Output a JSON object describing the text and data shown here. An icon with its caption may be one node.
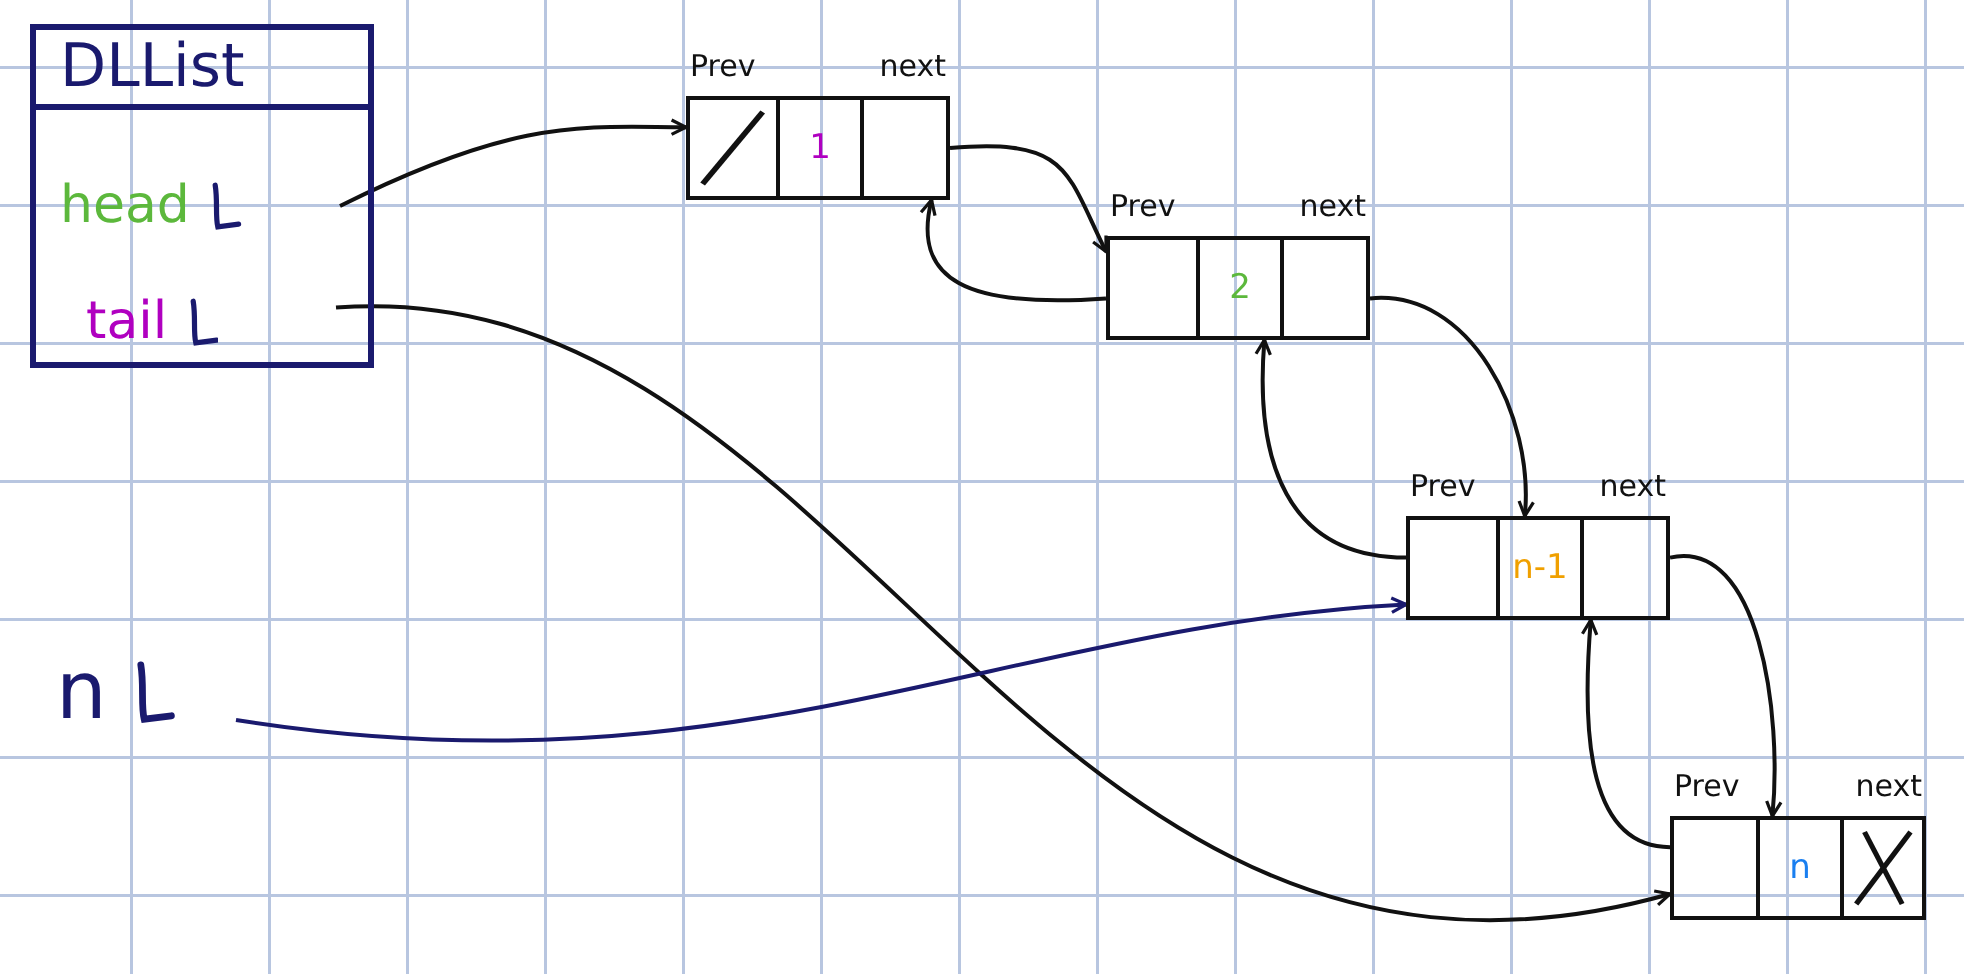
{
  "diagram": {
    "nodes": [
      {
        "text": [
          "DLList"
        ]
      },
      {
        "text": [
          "head"
        ],
        "in": 0
      },
      {
        "text": [
          "tail"
        ],
        "in": 0
      },
      {
        "text": [
          "1"
        ],
        "beside": [
          "Prev",
          "next"
        ]
      },
      {
        "text": [
          "2"
        ],
        "beside": [
          "Prev",
          "next"
        ]
      },
      {
        "text": [
          "n-1"
        ],
        "beside": [
          "Prev",
          "next"
        ]
      },
      {
        "text": [
          "n"
        ],
        "beside": [
          "Prev",
          "next"
        ]
      },
      {
        "text": [
          "n"
        ]
      }
    ],
    "edges": [
      {
        "from": 1,
        "to": 3,
        "arrow": "to"
      },
      {
        "from": 3,
        "to": 4,
        "arrow": "to"
      },
      {
        "from": 4,
        "to": 3,
        "arrow": "to"
      },
      {
        "from": 4,
        "to": 5,
        "arrow": "to"
      },
      {
        "from": 5,
        "to": 4,
        "arrow": "to"
      },
      {
        "from": 5,
        "to": 6,
        "arrow": "to"
      },
      {
        "from": 6,
        "to": 5,
        "arrow": "to"
      },
      {
        "from": 2,
        "to": 6,
        "arrow": "to"
      },
      {
        "from": 7,
        "to": 5,
        "arrow": "to",
        "color": "#1a1a6e"
      }
    ]
  }
}
